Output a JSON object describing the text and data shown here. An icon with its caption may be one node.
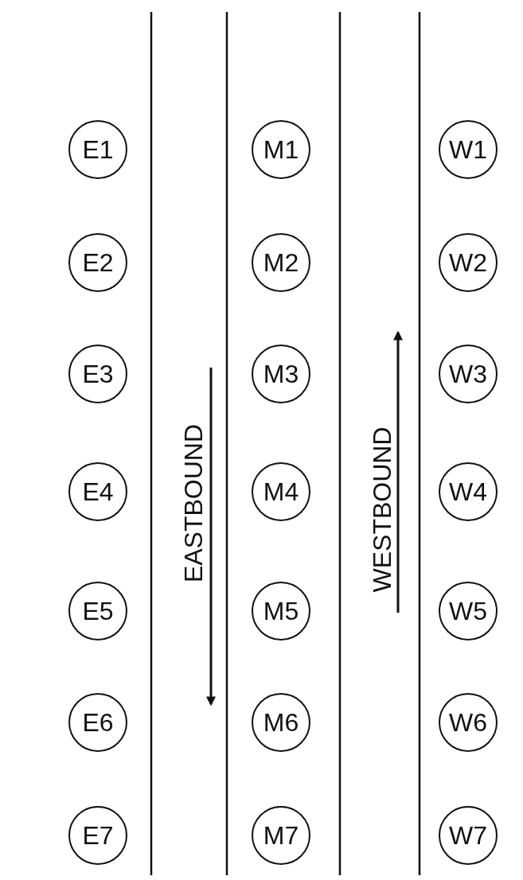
{
  "diagram": {
    "nodes": [
      {
        "text": [
          "E1"
        ]
      },
      {
        "text": [
          "M1"
        ]
      },
      {
        "text": [
          "W1"
        ]
      },
      {
        "text": [
          "E2"
        ]
      },
      {
        "text": [
          "M2"
        ]
      },
      {
        "text": [
          "W2"
        ]
      },
      {
        "text": [
          "E3"
        ]
      },
      {
        "text": [
          "M3"
        ]
      },
      {
        "text": [
          "W3"
        ]
      },
      {
        "text": [
          "E4"
        ]
      },
      {
        "text": [
          "M4"
        ]
      },
      {
        "text": [
          "W4"
        ]
      },
      {
        "text": [
          "E5"
        ]
      },
      {
        "text": [
          "M5"
        ]
      },
      {
        "text": [
          "W5"
        ]
      },
      {
        "text": [
          "E6"
        ]
      },
      {
        "text": [
          "M6"
        ]
      },
      {
        "text": [
          "W6"
        ]
      },
      {
        "text": [
          "E7"
        ]
      },
      {
        "text": [
          "M7"
        ]
      },
      {
        "text": [
          "W7"
        ]
      }
    ],
    "labels": [
      "EASTBOUND",
      "WESTBOUND"
    ]
  }
}
